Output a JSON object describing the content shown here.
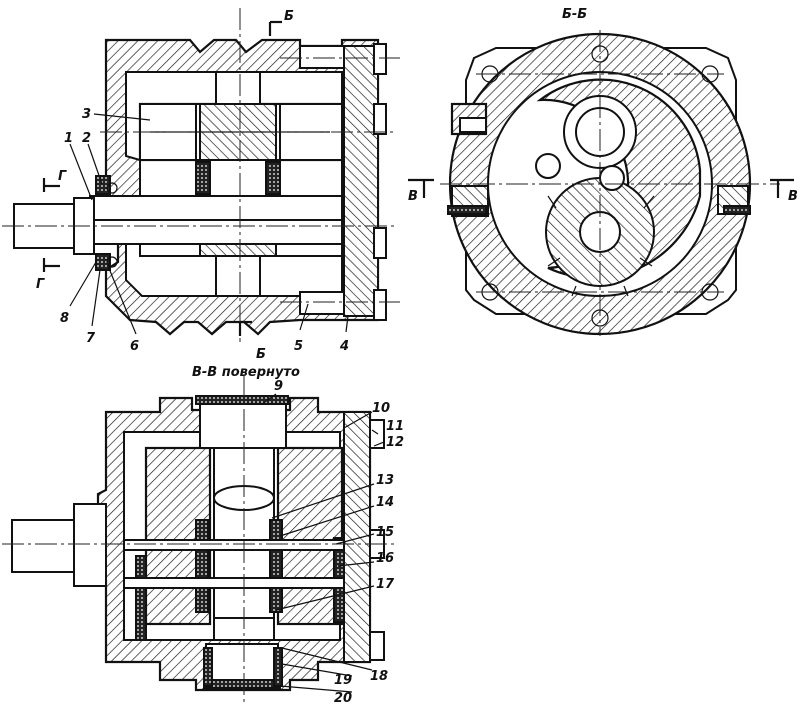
{
  "section_titles": {
    "b_b": "Б-Б",
    "v_v": "В-В повернуто"
  },
  "cut_marks": {
    "b_top": "Б",
    "b_bottom": "Б",
    "g_top": "Г",
    "g_bottom": "Г",
    "v_left": "В",
    "v_right": "В"
  },
  "part_labels": [
    "1",
    "2",
    "3",
    "4",
    "5",
    "6",
    "7",
    "8",
    "9",
    "10",
    "11",
    "12",
    "13",
    "14",
    "15",
    "16",
    "17",
    "18",
    "19",
    "20"
  ]
}
